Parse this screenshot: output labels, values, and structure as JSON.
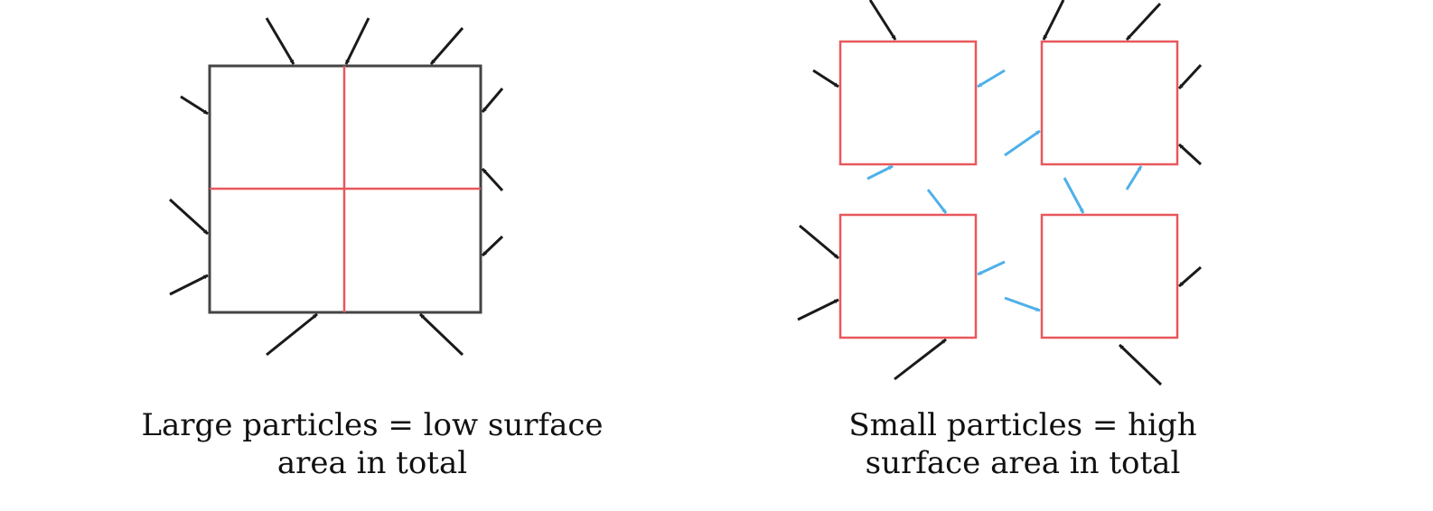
{
  "captions": {
    "large": {
      "line1": "Large particles = low surface",
      "line2": "area in total"
    },
    "small": {
      "line1": "Small particles = high",
      "line2": "surface area in total"
    }
  },
  "colors": {
    "outline": "#444444",
    "cut_line": "#e8585c",
    "external_arrow": "#1a1a1a",
    "internal_arrow": "#4fb0e8",
    "text": "#111111"
  },
  "icons": {
    "external_arrow": "arrow-icon",
    "internal_arrow": "arrow-icon"
  }
}
